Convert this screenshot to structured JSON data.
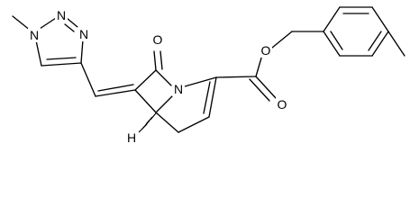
{
  "diagram": {
    "type": "chemical-structure",
    "atom_labels": {
      "triazole_n1": "N",
      "triazole_n2": "N",
      "triazole_n3": "N",
      "n_methyl": "",
      "carbonyl_o": "O",
      "ring_n": "N",
      "ester_o_single": "O",
      "ester_o_double": "O",
      "stereo_h": "H"
    },
    "colors": {
      "bond": "#000000",
      "label": "#000000",
      "background": "#ffffff"
    }
  }
}
